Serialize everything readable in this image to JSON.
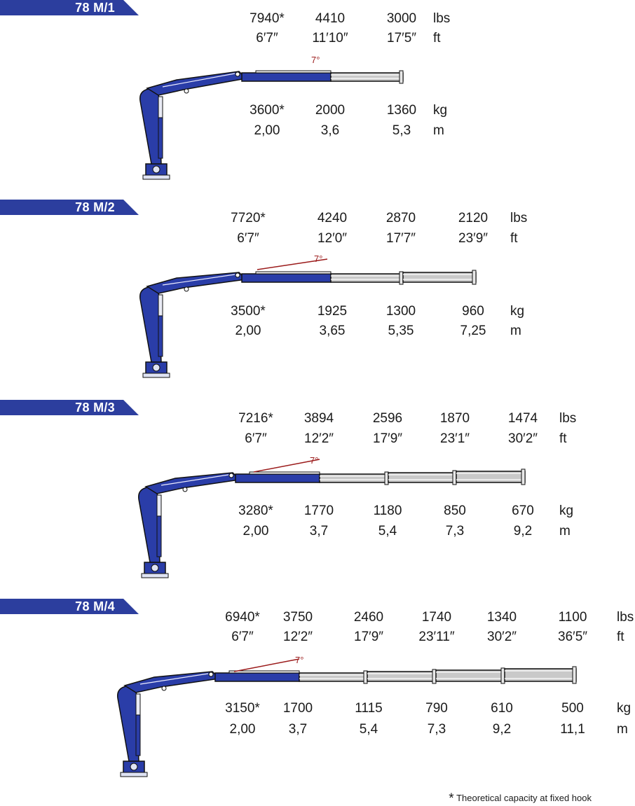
{
  "colors": {
    "banner": "#2c3e9e",
    "crane_blue": "#2a3da8",
    "extension_grey": "#c9c9c9",
    "angle_red": "#9b1b1b"
  },
  "angle_label": "7°",
  "footnote": {
    "star": "*",
    "text": "Theoretical capacity at fixed hook"
  },
  "sections": [
    {
      "name": "78 M/1",
      "units": {
        "lbs": "lbs",
        "ft": "ft",
        "kg": "kg",
        "m": "m"
      },
      "lbs": [
        "7940*",
        "4410",
        "3000"
      ],
      "ft": [
        "6′7″",
        "11′10″",
        "17′5″"
      ],
      "kg": [
        "3600*",
        "2000",
        "1360"
      ],
      "m": [
        "2,00",
        "3,6",
        "5,3"
      ]
    },
    {
      "name": "78 M/2",
      "units": {
        "lbs": "lbs",
        "ft": "ft",
        "kg": "kg",
        "m": "m"
      },
      "lbs": [
        "7720*",
        "4240",
        "2870",
        "2120"
      ],
      "ft": [
        "6′7″",
        "12′0″",
        "17′7″",
        "23′9″"
      ],
      "kg": [
        "3500*",
        "1925",
        "1300",
        "960"
      ],
      "m": [
        "2,00",
        "3,65",
        "5,35",
        "7,25"
      ]
    },
    {
      "name": "78 M/3",
      "units": {
        "lbs": "lbs",
        "ft": "ft",
        "kg": "kg",
        "m": "m"
      },
      "lbs": [
        "7216*",
        "3894",
        "2596",
        "1870",
        "1474"
      ],
      "ft": [
        "6′7″",
        "12′2″",
        "17′9″",
        "23′1″",
        "30′2″"
      ],
      "kg": [
        "3280*",
        "1770",
        "1180",
        "850",
        "670"
      ],
      "m": [
        "2,00",
        "3,7",
        "5,4",
        "7,3",
        "9,2"
      ]
    },
    {
      "name": "78 M/4",
      "units": {
        "lbs": "lbs",
        "ft": "ft",
        "kg": "kg",
        "m": "m"
      },
      "lbs": [
        "6940*",
        "3750",
        "2460",
        "1740",
        "1340",
        "1100"
      ],
      "ft": [
        "6′7″",
        "12′2″",
        "17′9″",
        "23′11″",
        "30′2″",
        "36′5″"
      ],
      "kg": [
        "3150*",
        "1700",
        "1115",
        "790",
        "610",
        "500"
      ],
      "m": [
        "2,00",
        "3,7",
        "5,4",
        "7,3",
        "9,2",
        "11,1"
      ]
    }
  ]
}
